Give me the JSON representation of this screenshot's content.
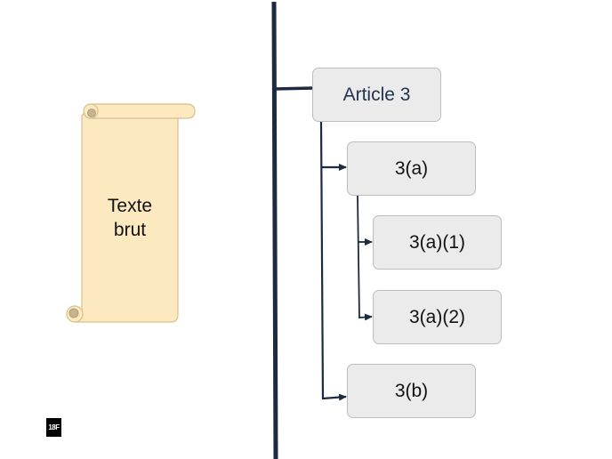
{
  "scroll": {
    "line1": "Texte",
    "line2": "brut"
  },
  "tree": {
    "root": "Article 3",
    "a": "3(a)",
    "a1": "3(a)(1)",
    "a2": "3(a)(2)",
    "b": "3(b)"
  },
  "logo": {
    "text": "18F"
  },
  "colors": {
    "connector": "#1c2b40",
    "node_fill": "#ebebeb",
    "node_border": "#bdbdbd",
    "scroll_fill": "#fde9c0",
    "scroll_border": "#d8c08a",
    "scroll_curl": "#c5b392"
  }
}
